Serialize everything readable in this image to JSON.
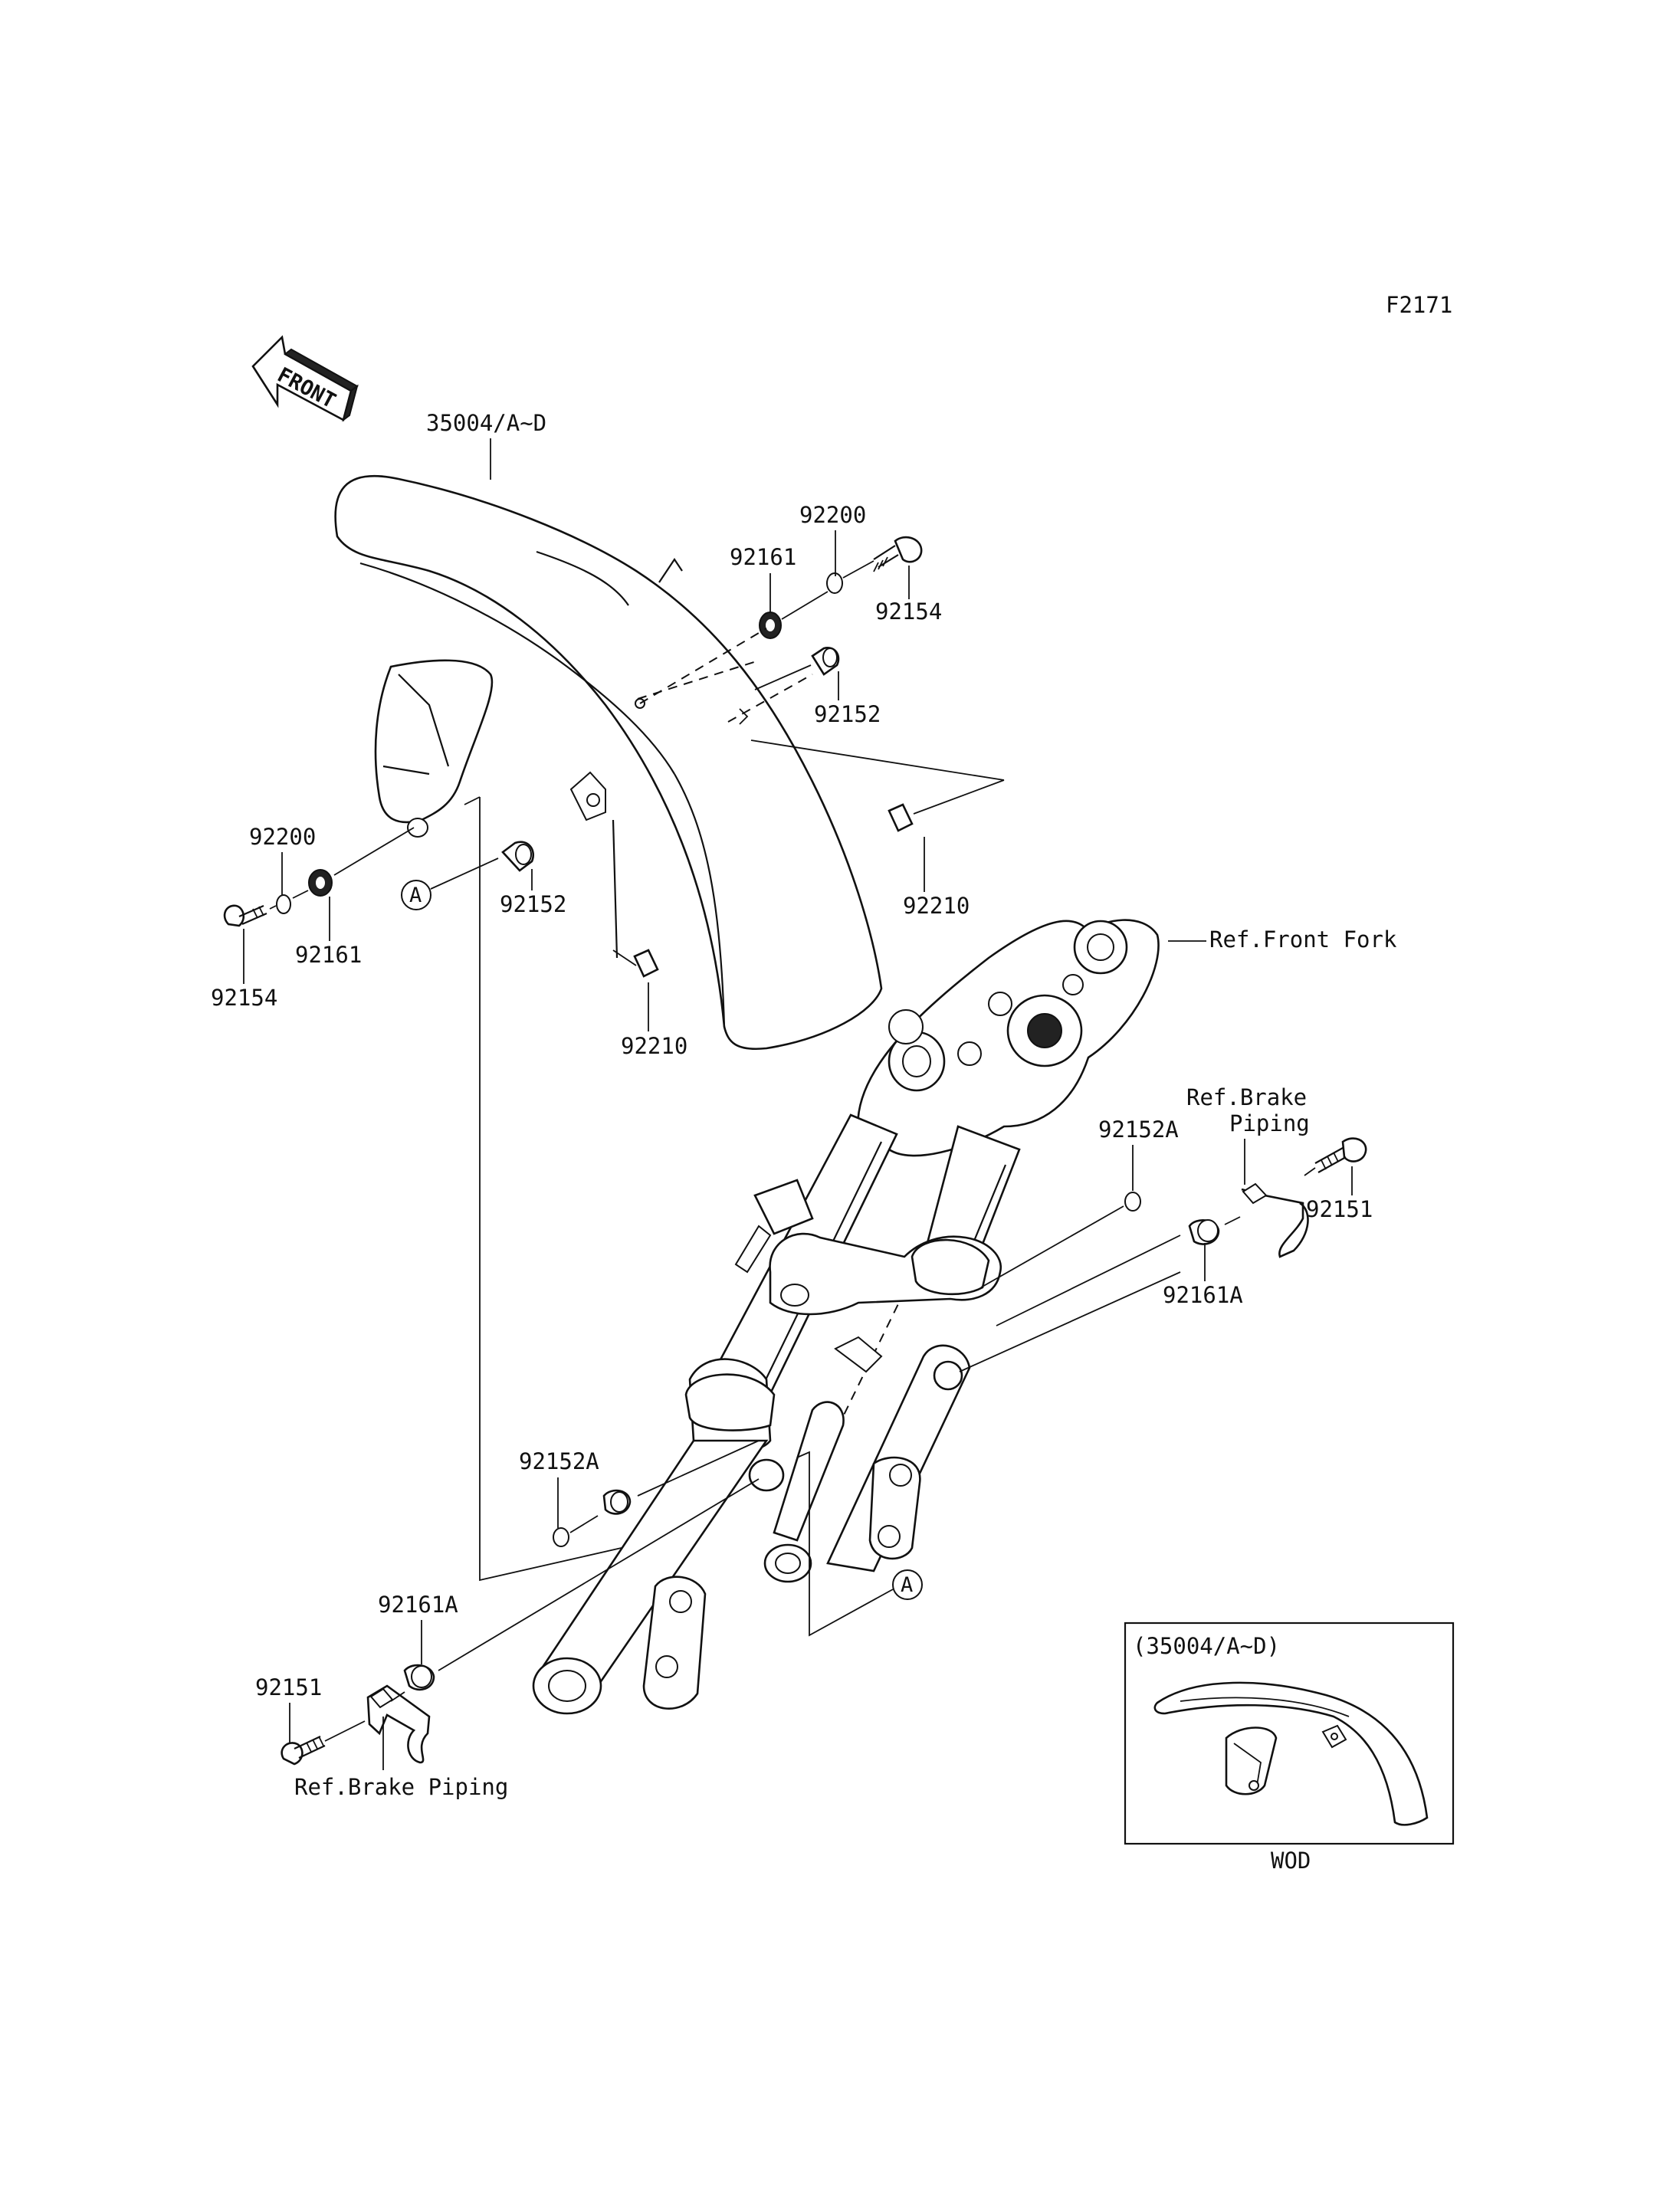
{
  "figure_code": "F2171",
  "front_arrow_label": "FRONT",
  "parts": {
    "fender": "35004/A~D",
    "label_92200_top": "92200",
    "label_92161_top": "92161",
    "label_92154_top": "92154",
    "label_92152_top": "92152",
    "label_92210_right": "92210",
    "label_92200_left": "92200",
    "label_92161_left": "92161",
    "label_92154_left": "92154",
    "label_92152_mid": "92152",
    "label_92210_mid": "92210",
    "label_92152A_right": "92152A",
    "label_92161A_right": "92161A",
    "label_92151_right": "92151",
    "label_92152A_left": "92152A",
    "label_92161A_left": "92161A",
    "label_92151_left": "92151"
  },
  "references": {
    "front_fork": "Ref.Front Fork",
    "brake_piping_right_line1": "Ref.Brake",
    "brake_piping_right_line2": "Piping",
    "brake_piping_left": "Ref.Brake Piping"
  },
  "callout_marker": "A",
  "inset": {
    "title": "(35004/A~D)",
    "caption": "WOD"
  }
}
